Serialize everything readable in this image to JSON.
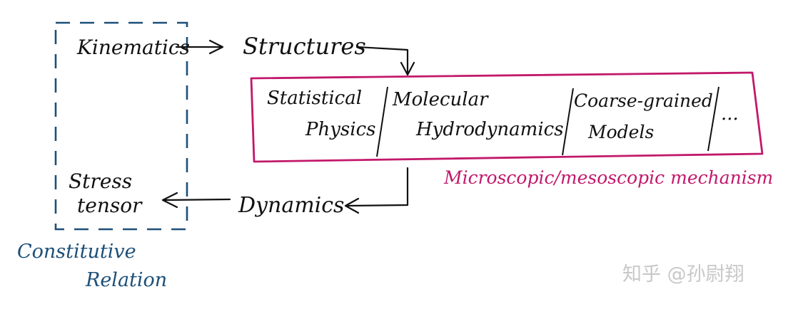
{
  "nodes": {
    "kinematics": "Kinematics",
    "structures": "Structures",
    "stress_line1": "Stress",
    "stress_line2": "tensor",
    "dynamics": "Dynamics"
  },
  "mechanism_box": {
    "cells": [
      {
        "line1": "Statistical",
        "line2": "Physics"
      },
      {
        "line1": "Molecular",
        "line2": "Hydrodynamics"
      },
      {
        "line1": "Coarse-grained",
        "line2": "Models"
      },
      {
        "line1": "...",
        "line2": ""
      }
    ],
    "caption": "Microscopic/mesoscopic mechanism"
  },
  "constitutive": {
    "line1": "Constitutive",
    "line2": "Relation"
  },
  "watermark": "知乎 @孙尉翔",
  "colors": {
    "ink": "#111111",
    "mechanism": "#c2186b",
    "constitutive": "#1c4f78",
    "watermark": "#c8c8c8"
  }
}
